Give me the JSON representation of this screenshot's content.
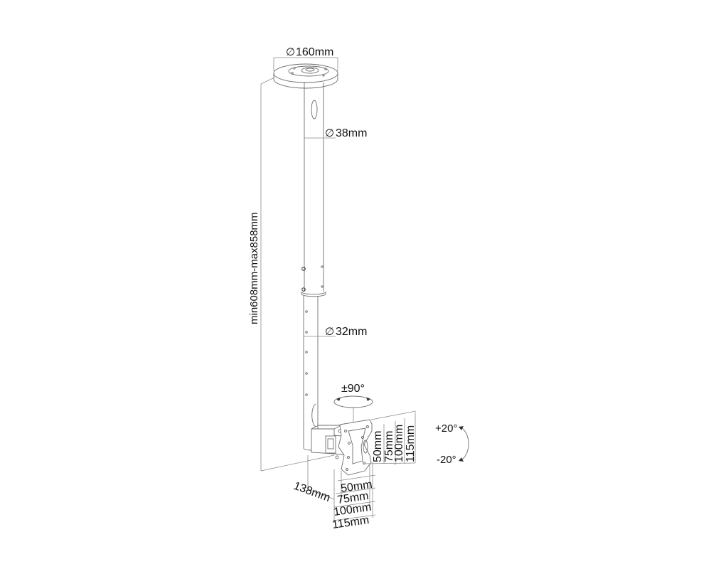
{
  "diagram": {
    "subject": "Ceiling TV mount technical drawing",
    "base_plate": {
      "diameter_symbol": "∅",
      "diameter_label": "160mm"
    },
    "upper_tube": {
      "diameter_symbol": "∅",
      "diameter_label": "38mm"
    },
    "lower_tube": {
      "diameter_symbol": "∅",
      "diameter_label": "32mm"
    },
    "height_range_label": "min608mm-max858mm",
    "swivel": {
      "label": "±90°"
    },
    "tilt": {
      "up_label": "+20°",
      "down_label": "-20°"
    },
    "depth_label": "138mm",
    "vesa_vertical": [
      "50mm",
      "75mm",
      "100mm",
      "115mm"
    ],
    "vesa_horizontal": [
      "50mm",
      "75mm",
      "100mm",
      "115mm"
    ],
    "colors": {
      "line": "#6e6e6e",
      "text": "#111111",
      "background": "#ffffff"
    }
  }
}
